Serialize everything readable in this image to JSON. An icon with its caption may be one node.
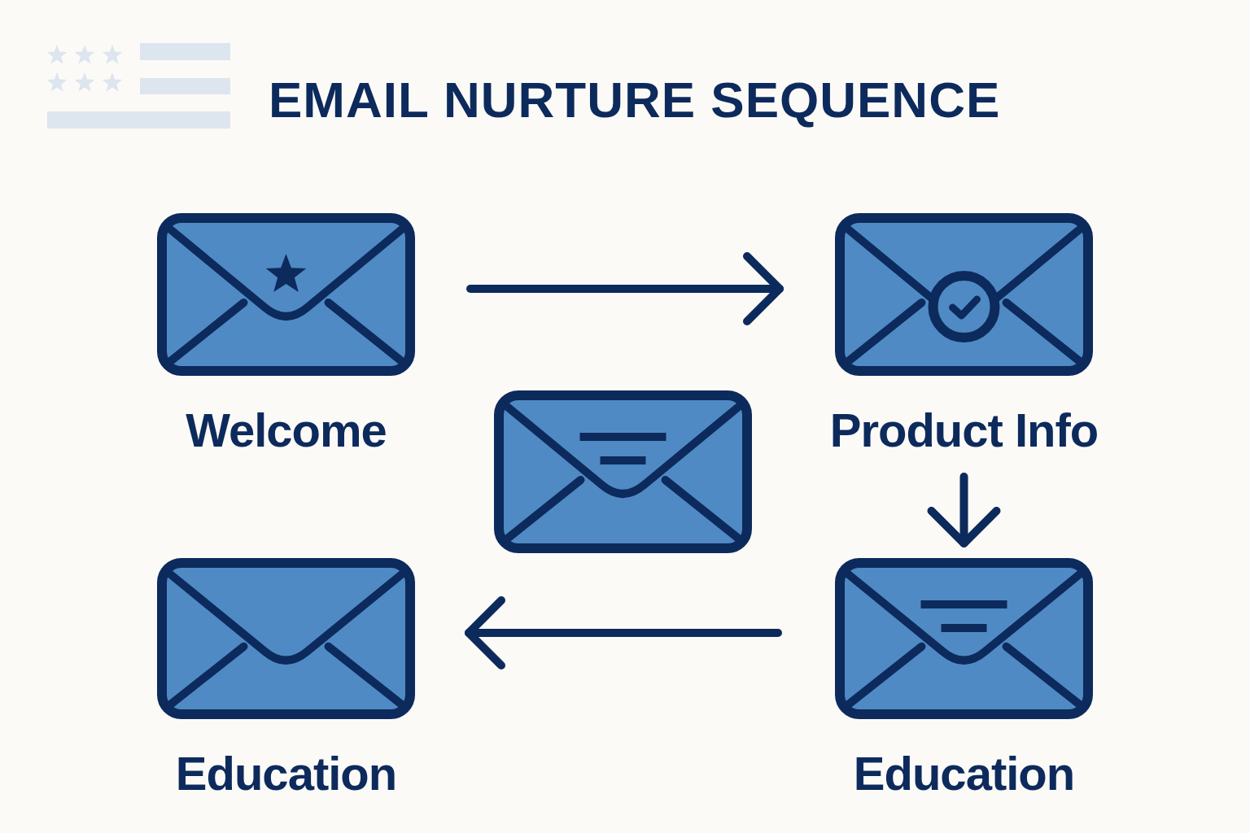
{
  "diagram": {
    "title": "EMAIL NURTURE SEQUENCE",
    "nodes": [
      {
        "text": [
          "Welcome"
        ]
      },
      {
        "text": [
          "Product Info"
        ]
      },
      {
        "text": [],
        "shape": "envelope"
      },
      {
        "text": [
          "Education"
        ]
      },
      {
        "text": [
          "Education"
        ]
      }
    ],
    "edges": [
      {
        "from": 0,
        "to": 1,
        "arrow": "to"
      },
      {
        "from": 1,
        "to": 4,
        "arrow": "to"
      },
      {
        "from": 4,
        "to": 3,
        "arrow": "to"
      }
    ]
  }
}
